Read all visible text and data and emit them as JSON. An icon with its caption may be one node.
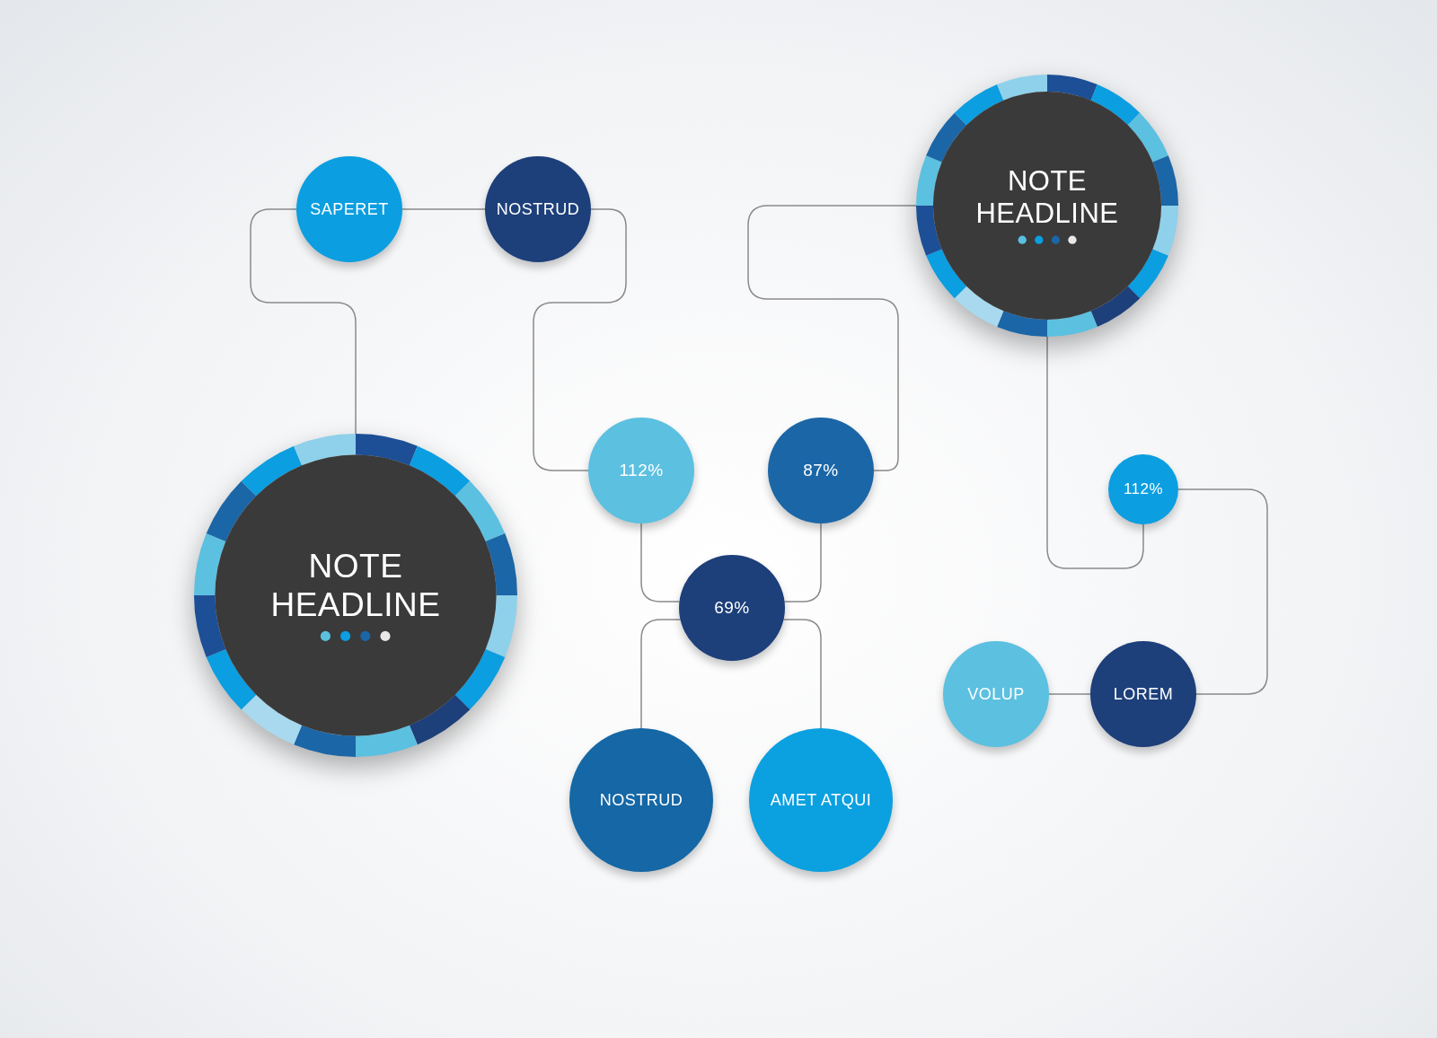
{
  "diagram": {
    "nodes": [
      {
        "text": [
          "SAPERET"
        ]
      },
      {
        "text": [
          "NOSTRUD"
        ]
      },
      {
        "text": [
          "NOTE HEADLINE"
        ]
      },
      {
        "text": [
          "NOTE HEADLINE"
        ]
      },
      {
        "text": [
          "112%"
        ]
      },
      {
        "text": [
          "87%"
        ]
      },
      {
        "text": [
          "69%"
        ]
      },
      {
        "text": [
          "112%"
        ]
      },
      {
        "text": [
          "VOLUP"
        ]
      },
      {
        "text": [
          "LOREM"
        ]
      },
      {
        "text": [
          "NOSTRUD"
        ]
      },
      {
        "text": [
          "AMET ATQUI"
        ]
      }
    ],
    "edges": [
      {
        "from": 0,
        "to": 1,
        "arrow": "none"
      },
      {
        "from": 0,
        "to": 3,
        "arrow": "none"
      },
      {
        "from": 1,
        "to": 4,
        "arrow": "none"
      },
      {
        "from": 2,
        "to": 5,
        "arrow": "none"
      },
      {
        "from": 2,
        "to": 7,
        "arrow": "none"
      },
      {
        "from": 7,
        "to": 9,
        "arrow": "none"
      },
      {
        "from": 8,
        "to": 9,
        "arrow": "none"
      },
      {
        "from": 4,
        "to": 6,
        "arrow": "none"
      },
      {
        "from": 5,
        "to": 6,
        "arrow": "none"
      },
      {
        "from": 6,
        "to": 10,
        "arrow": "none"
      },
      {
        "from": 6,
        "to": 11,
        "arrow": "none"
      }
    ]
  }
}
